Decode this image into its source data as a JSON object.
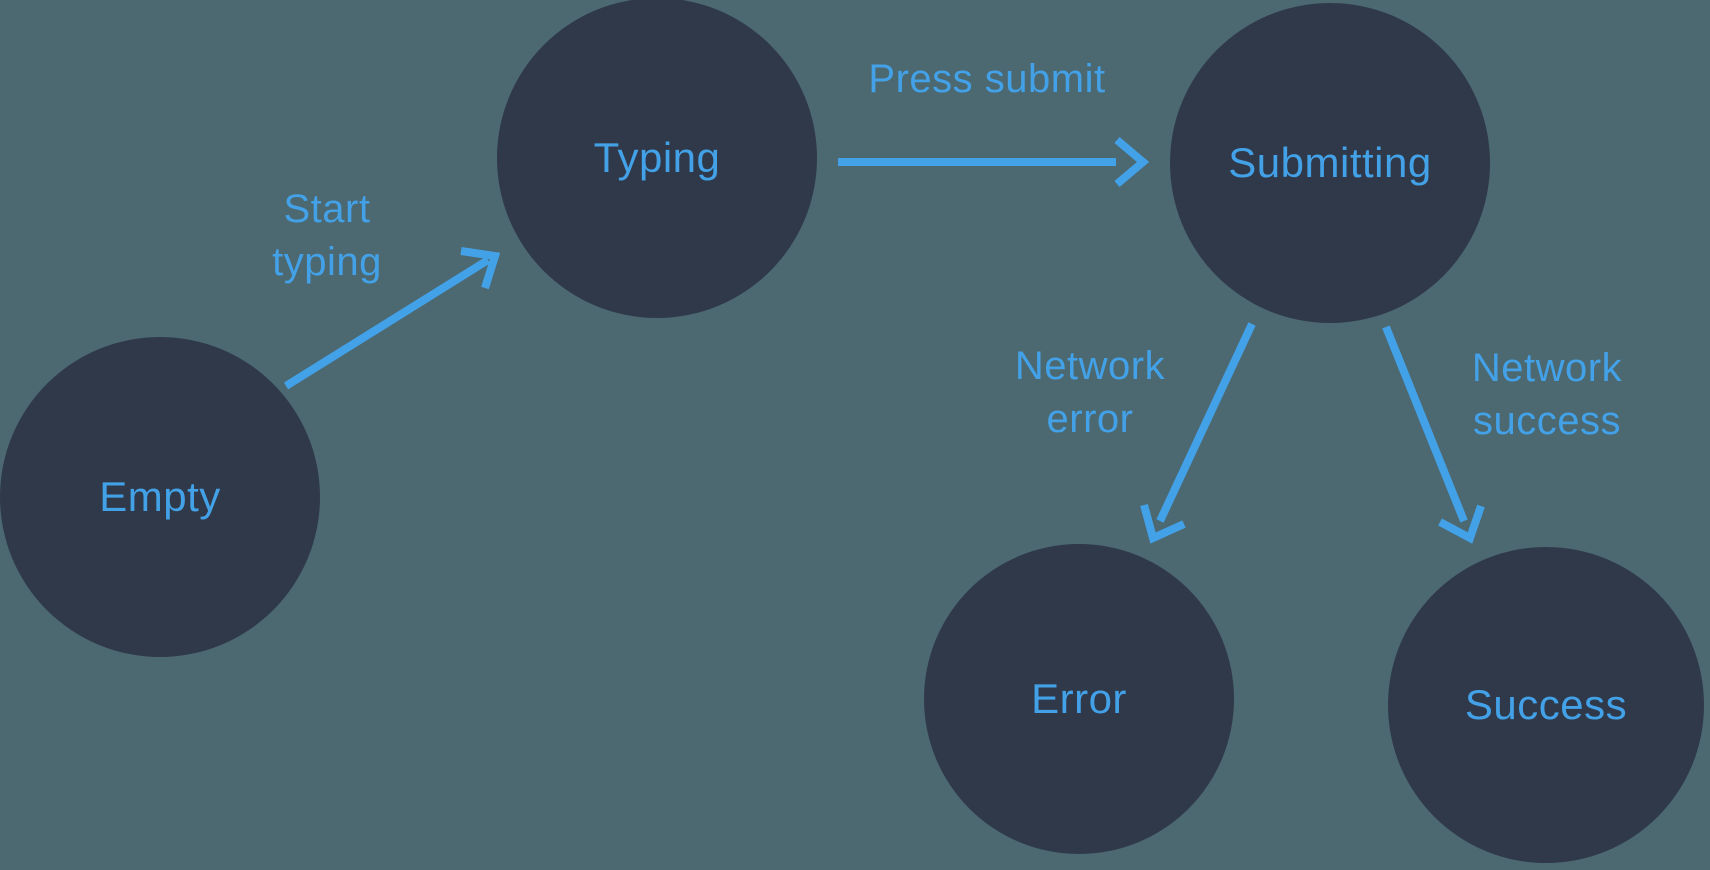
{
  "colors": {
    "background": "#4c6870",
    "node_fill": "#2f3949",
    "accent_blue": "#43a1e8"
  },
  "nodes": [
    {
      "id": "empty",
      "label": "Empty"
    },
    {
      "id": "typing",
      "label": "Typing"
    },
    {
      "id": "submitting",
      "label": "Submitting"
    },
    {
      "id": "error",
      "label": "Error"
    },
    {
      "id": "success",
      "label": "Success"
    }
  ],
  "edges": [
    {
      "id": "start-typing",
      "label": "Start typing",
      "from": "empty",
      "to": "typing"
    },
    {
      "id": "press-submit",
      "label": "Press submit",
      "from": "typing",
      "to": "submitting"
    },
    {
      "id": "network-error",
      "label": "Network error",
      "from": "submitting",
      "to": "error"
    },
    {
      "id": "network-success",
      "label": "Network success",
      "from": "submitting",
      "to": "success"
    }
  ]
}
